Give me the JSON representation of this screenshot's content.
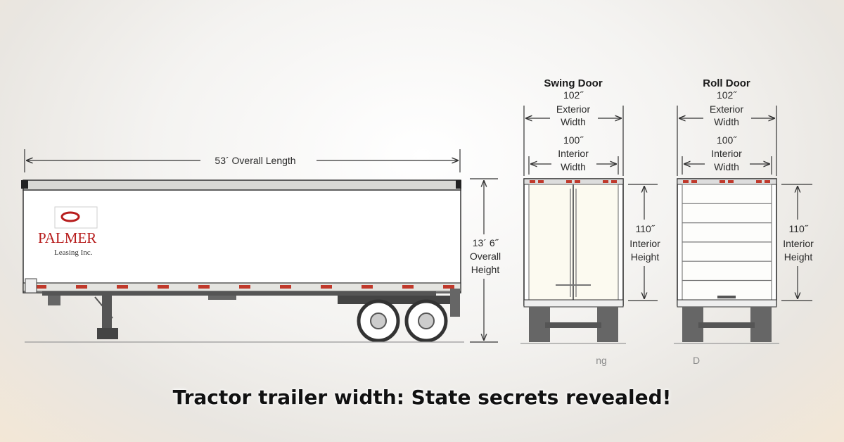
{
  "caption": "Tractor trailer width: State secrets revealed!",
  "side_view": {
    "length_label": "53´ Overall Length",
    "height_label_1": "13´ 6˝",
    "height_label_2": "Overall",
    "height_label_3": "Height",
    "logo_name": "PALMER",
    "logo_sub": "Leasing Inc."
  },
  "swing_door": {
    "title": "Swing Door",
    "ext_width_1": "102˝",
    "ext_width_2": "Exterior",
    "ext_width_3": "Width",
    "int_width_1": "100˝",
    "int_width_2": "Interior",
    "int_width_3": "Width",
    "int_height_1": "110˝",
    "int_height_2": "Interior",
    "int_height_3": "Height",
    "footer": "ng"
  },
  "roll_door": {
    "title": "Roll Door",
    "ext_width_1": "102˝",
    "ext_width_2": "Exterior",
    "ext_width_3": "Width",
    "int_width_1": "100˝",
    "int_width_2": "Interior",
    "int_width_3": "Width",
    "int_height_1": "110˝",
    "int_height_2": "Interior",
    "int_height_3": "Height",
    "footer": "D"
  },
  "colors": {
    "marker": "#c0392b",
    "logo_red": "#b71c1c",
    "trailer_body": "#ffffff",
    "ground": "#999999"
  }
}
